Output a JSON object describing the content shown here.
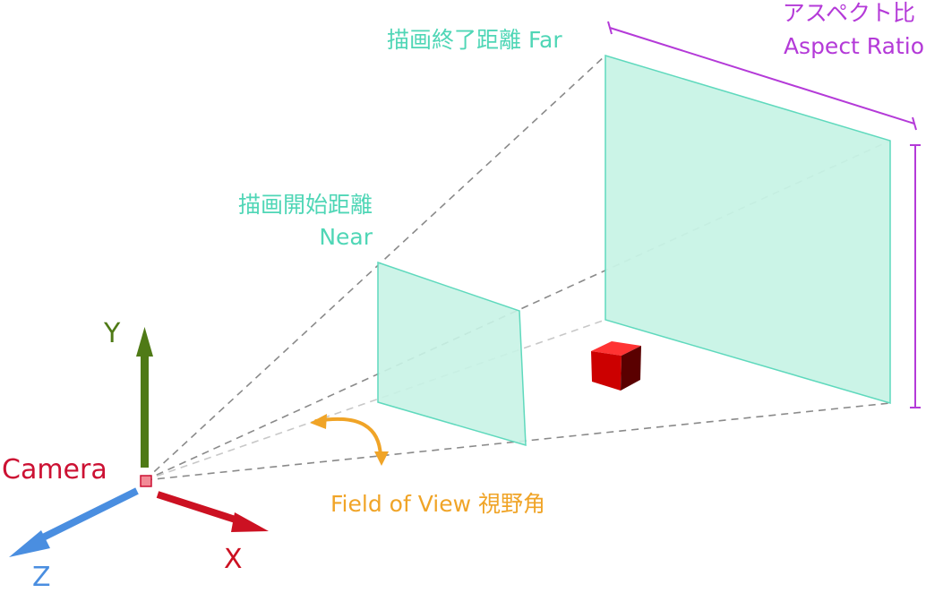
{
  "labels": {
    "far": "描画終了距離  Far",
    "aspect_jp": "アスペクト比",
    "aspect_en": "Aspect Ratio",
    "near_jp": "描画開始距離",
    "near_en": "Near",
    "y_axis": "Y",
    "camera": "Camera",
    "fov": "Field of View 視野角",
    "x_axis": "X",
    "z_axis": "Z"
  },
  "colors": {
    "plane_fill": "#c8f3e6",
    "plane_stroke": "#5fd9bd",
    "plane_label": "#4fd6b6",
    "aspect": "#b43ad8",
    "fov": "#f0a427",
    "x_axis": "#cc1122",
    "y_axis": "#4f7a16",
    "z_axis": "#4a8ee0",
    "camera": "#cc1133",
    "frustum_line": "#8a8a8a",
    "cube": "#cc0000"
  }
}
